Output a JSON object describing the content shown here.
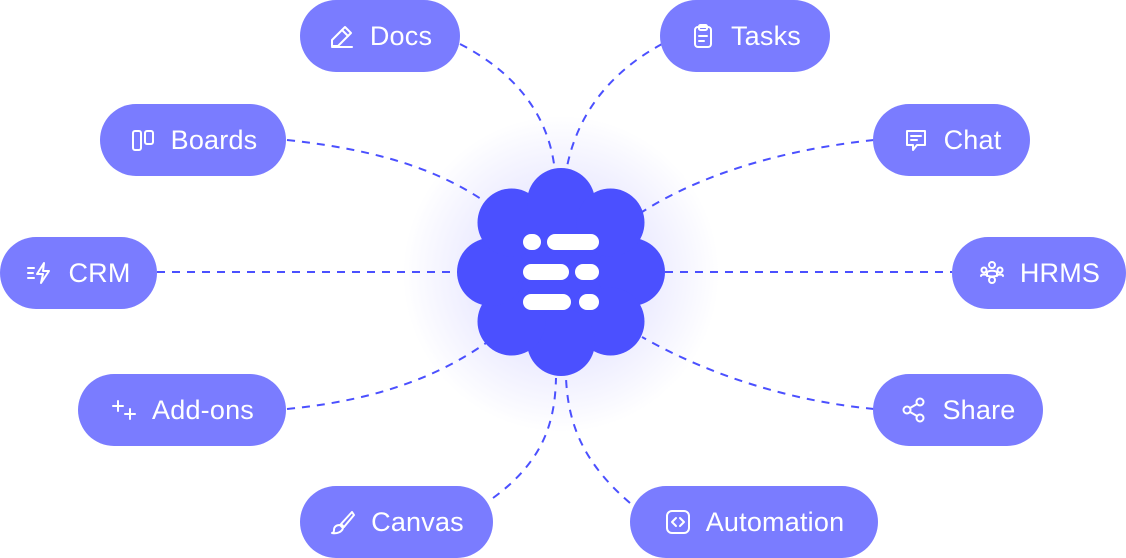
{
  "center": {
    "icon": "app-logo-icon"
  },
  "modules": [
    {
      "id": "docs",
      "label": "Docs",
      "icon": "pencil-icon"
    },
    {
      "id": "tasks",
      "label": "Tasks",
      "icon": "clipboard-icon"
    },
    {
      "id": "boards",
      "label": "Boards",
      "icon": "kanban-board-icon"
    },
    {
      "id": "chat",
      "label": "Chat",
      "icon": "chat-bubble-icon"
    },
    {
      "id": "crm",
      "label": "CRM",
      "icon": "lightning-list-icon"
    },
    {
      "id": "hrms",
      "label": "HRMS",
      "icon": "people-group-icon"
    },
    {
      "id": "addons",
      "label": "Add-ons",
      "icon": "plus-plus-icon"
    },
    {
      "id": "share",
      "label": "Share",
      "icon": "share-icon"
    },
    {
      "id": "canvas",
      "label": "Canvas",
      "icon": "paint-brush-icon"
    },
    {
      "id": "automation",
      "label": "Automation",
      "icon": "code-brackets-icon"
    }
  ],
  "colors": {
    "pill": "#7a7cff",
    "hub": "#4b50ff",
    "connector": "#4b50ff",
    "text": "#ffffff"
  }
}
